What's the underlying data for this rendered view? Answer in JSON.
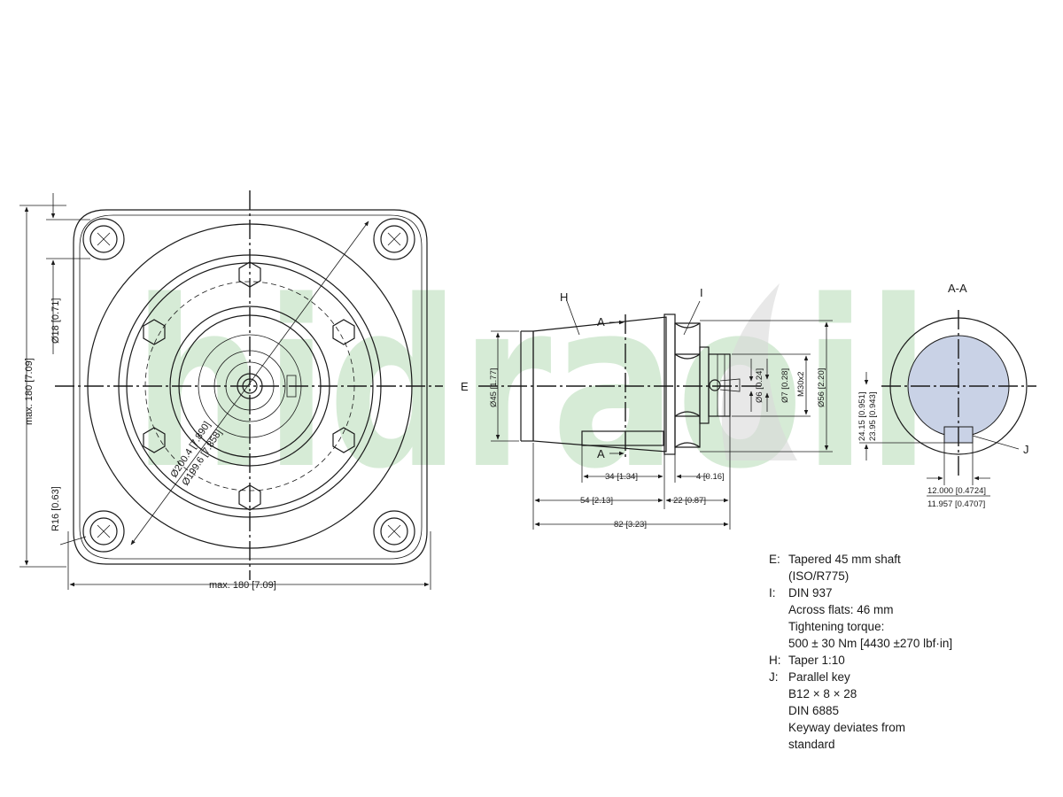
{
  "watermark": "hidraoil",
  "labels": {
    "E": "E",
    "H": "H",
    "I": "I",
    "J": "J",
    "A": "A",
    "section_title": "A-A"
  },
  "dims": {
    "front_width": "max. 180 [7.09]",
    "front_height": "max. 180 [7.09]",
    "hole_dia": "Ø18 [0.71]",
    "corner_radius": "R16 [0.63]",
    "pilot_dia_1": "Ø200.4 [7.890]",
    "pilot_dia_2": "Ø199.6 [7.858]",
    "shaft_dia": "Ø45 [1.77]",
    "taper_len": "34 [1.34]",
    "flange_to_nut": "4 [0.16]",
    "total_shaft": "54 [2.13]",
    "thread_len": "22 [0.87]",
    "overall": "82 [3.23]",
    "pin_dia_1": "Ø6 [0.24]",
    "pin_dia_2": "Ø7 [0.28]",
    "thread": "M30x2",
    "nut_dia": "Ø56 [2.20]",
    "key_h1": "24.15 [0.951]",
    "key_h2": "23.95 [0.943]",
    "key_w1": "12.000 [0.4724]",
    "key_w2": "11.957 [0.4707]"
  },
  "legend": [
    {
      "key": "E:",
      "lines": [
        "Tapered 45 mm shaft",
        "(ISO/R775)"
      ]
    },
    {
      "key": "I:",
      "lines": [
        "DIN 937",
        "Across flats: 46 mm",
        "Tightening torque:",
        "500 ± 30 Nm [4430 ±270 lbf·in]"
      ]
    },
    {
      "key": "H:",
      "lines": [
        "Taper 1:10"
      ]
    },
    {
      "key": "J:",
      "lines": [
        "Parallel key",
        "B12 × 8 × 28",
        "DIN 6885",
        "Keyway deviates from",
        "standard"
      ]
    }
  ]
}
